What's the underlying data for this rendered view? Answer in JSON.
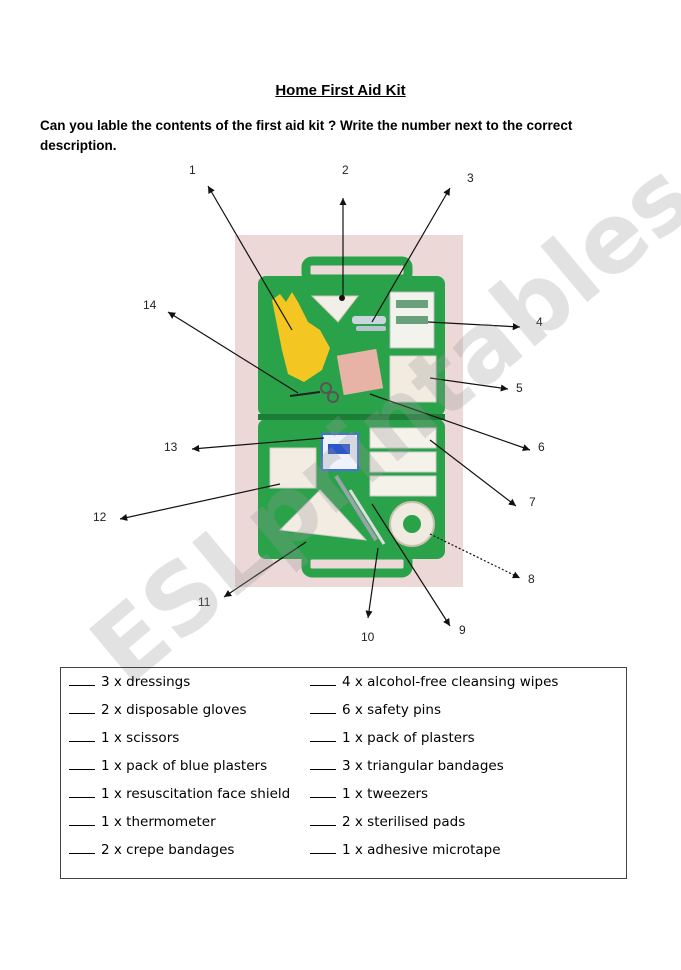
{
  "title": "Home First Aid Kit",
  "instruction": "Can you lable the contents of the first aid kit ? Write the number next to the correct description.",
  "labels": [
    "1",
    "2",
    "3",
    "4",
    "5",
    "6",
    "7",
    "8",
    "9",
    "10",
    "11",
    "12",
    "13",
    "14"
  ],
  "watermark": "ESLprintables.com",
  "items_left": [
    "3 x dressings",
    "2 x disposable gloves",
    "1 x scissors",
    "1 x pack of blue plasters",
    "1 x resuscitation face shield",
    "1 x thermometer",
    "2 x crepe bandages"
  ],
  "items_right": [
    "4 x alcohol-free cleansing wipes",
    "6 x safety pins",
    "1 x pack of plasters",
    "3 x triangular bandages",
    "1 x tweezers",
    "2 x sterilised pads",
    "1 x adhesive microtape"
  ],
  "colors": {
    "kit_green": "#2aa24a",
    "background_pink": "#ecd8d6",
    "glove_yellow": "#f3c622"
  }
}
